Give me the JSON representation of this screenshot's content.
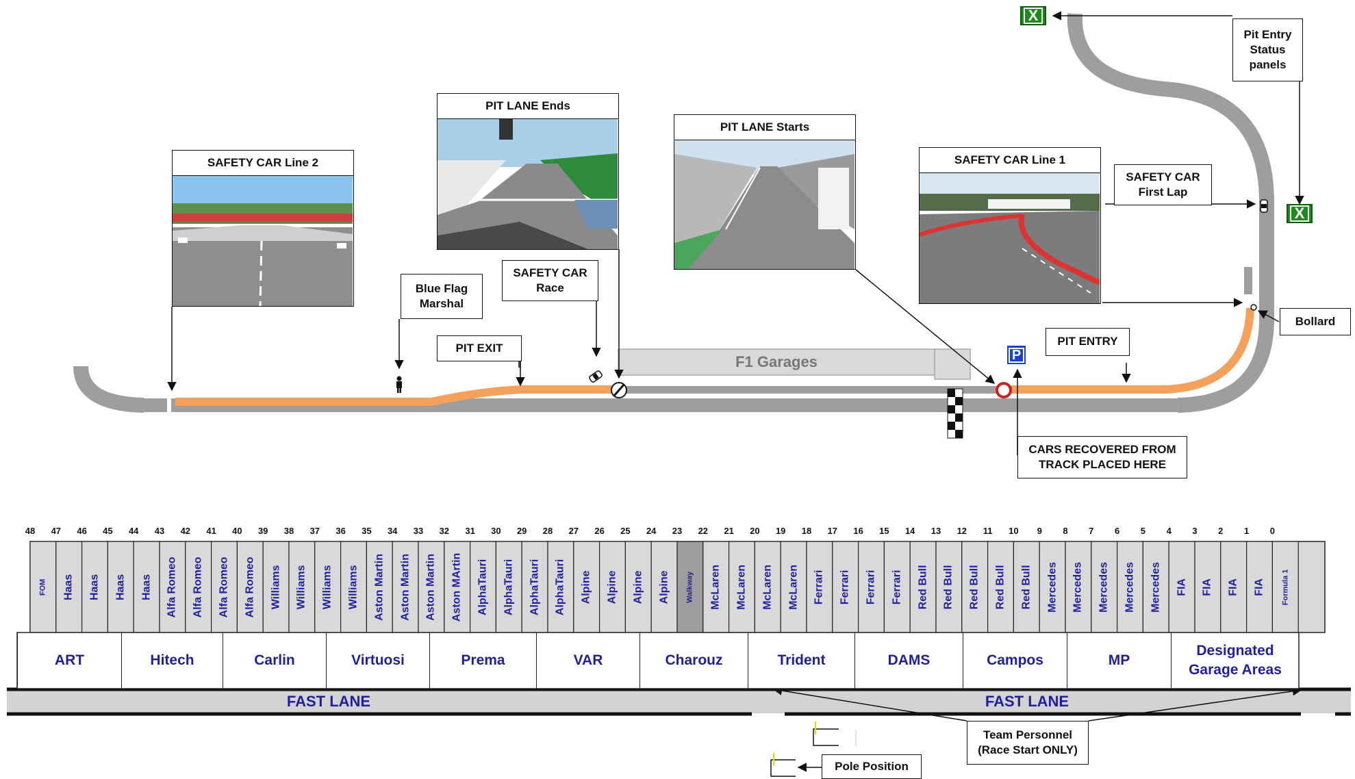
{
  "callouts": {
    "safety_car_line_2": "SAFETY CAR Line 2",
    "pit_lane_ends": "PIT LANE Ends",
    "pit_lane_starts": "PIT LANE Starts",
    "safety_car_line_1": "SAFETY CAR Line 1",
    "safety_car_first_lap": "SAFETY CAR First Lap",
    "pit_entry_status_panels": "Pit Entry Status panels",
    "blue_flag_marshal": "Blue Flag Marshal",
    "safety_car_race": "SAFETY CAR Race",
    "pit_exit": "PIT EXIT",
    "pit_entry": "PIT ENTRY",
    "bollard": "Bollard",
    "cars_recovered": "CARS RECOVERED FROM TRACK PLACED HERE",
    "team_personnel": "Team Personnel (Race Start ONLY)",
    "pole_position": "Pole Position"
  },
  "f1_garages_label": "F1 Garages",
  "signs": {
    "pit_status_left": "X",
    "pit_status_right": "X",
    "parking": "P"
  },
  "colors": {
    "track": "#9e9e9e",
    "pit_lane": "#f4a15c",
    "text_blue": "#1f1fa0",
    "status_green": "#1e8a1e",
    "parking_blue": "#1a3fd6"
  },
  "garage_numbers": [
    "48",
    "47",
    "46",
    "45",
    "44",
    "43",
    "42",
    "41",
    "40",
    "39",
    "38",
    "37",
    "36",
    "35",
    "34",
    "33",
    "32",
    "31",
    "30",
    "29",
    "28",
    "27",
    "26",
    "25",
    "24",
    "23",
    "22",
    "21",
    "20",
    "19",
    "18",
    "17",
    "16",
    "15",
    "14",
    "13",
    "12",
    "11",
    "10",
    "9",
    "8",
    "7",
    "6",
    "5",
    "4",
    "3",
    "2",
    "1",
    "0"
  ],
  "garages": [
    "FOM",
    "Haas",
    "Haas",
    "Haas",
    "Haas",
    "Alfa Romeo",
    "Alfa Romeo",
    "Alfa Romeo",
    "Alfa Romeo",
    "Williams",
    "Williams",
    "Williams",
    "Williams",
    "Aston Martin",
    "Aston Martin",
    "Aston Martin",
    "Aston MArtin",
    "AlphaTauri",
    "AlphaTauri",
    "AlphaTauri",
    "AlphaTauri",
    "Alpine",
    "Alpine",
    "Alpine",
    "Alpine",
    "Walkway",
    "McLaren",
    "McLaren",
    "McLaren",
    "McLaren",
    "Ferrari",
    "Ferrari",
    "Ferrari",
    "Ferrari",
    "Red Bull",
    "Red Bull",
    "Red Bull",
    "Red Bull",
    "Red Bull",
    "Mercedes",
    "Mercedes",
    "Mercedes",
    "Mercedes",
    "Mercedes",
    "FIA",
    "FIA",
    "FIA",
    "FIA",
    "Formula 1"
  ],
  "f2_teams": [
    "ART",
    "Hitech",
    "Carlin",
    "Virtuosi",
    "Prema",
    "VAR",
    "Charouz",
    "Trident",
    "DAMS",
    "Campos",
    "MP",
    "Designated Garage Areas"
  ],
  "fast_lane": [
    "FAST LANE",
    "FAST LANE"
  ]
}
